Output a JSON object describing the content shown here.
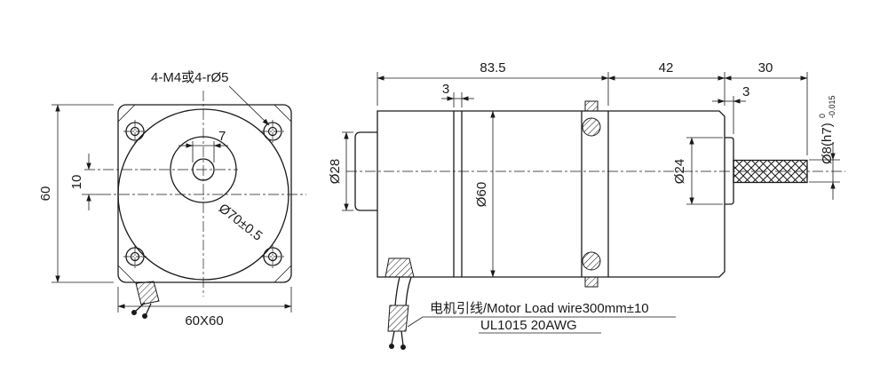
{
  "drawing": {
    "front": {
      "holes_label": "4-M4或4-rØ5",
      "height_dim": "60",
      "offset_dim": "10",
      "shaft_width_dim": "7",
      "body_dia_dim": "Ø70±0.5",
      "flange_dim": "60X60"
    },
    "side": {
      "gearbox_len_dim": "83.5",
      "motor_len_dim": "42",
      "shaft_len_dim": "30",
      "cover_dim": "3",
      "boss_len_dim": "3",
      "rear_boss_dia_dim": "Ø28",
      "body_dia_dim": "Ø60",
      "front_boss_dia_dim": "Ø24",
      "shaft_dia_dim": "Ø8(h7)",
      "shaft_tol_upper": "0",
      "shaft_tol_lower": "-0.015"
    },
    "notes": {
      "wire_note": "电机引线/Motor Load wire300mm±10",
      "wire_spec": "UL1015 20AWG"
    },
    "colors": {
      "line": "#1a1a1a",
      "background": "#ffffff"
    }
  }
}
